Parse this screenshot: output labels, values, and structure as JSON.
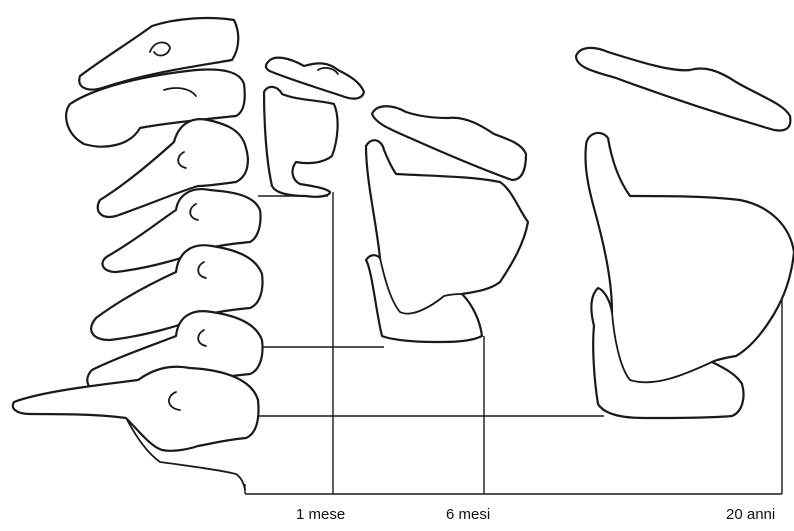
{
  "labels": {
    "age_1": "1 mese",
    "age_2": "6 mesi",
    "age_3": "20 anni"
  },
  "colors": {
    "background": "#ffffff",
    "stroke": "#1a1a1a"
  }
}
